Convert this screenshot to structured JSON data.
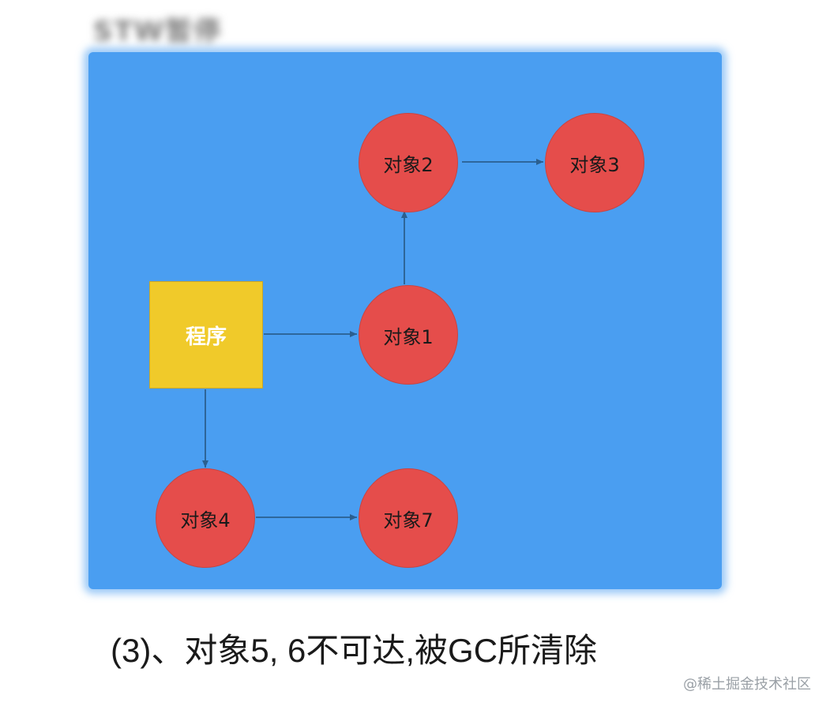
{
  "blurred_title": "STW暂停",
  "program_label": "程序",
  "nodes": {
    "obj1": "对象1",
    "obj2": "对象2",
    "obj3": "对象3",
    "obj4": "对象4",
    "obj7": "对象7"
  },
  "edges": [
    {
      "from": "程序",
      "to": "对象1"
    },
    {
      "from": "对象1",
      "to": "对象2"
    },
    {
      "from": "对象2",
      "to": "对象3"
    },
    {
      "from": "程序",
      "to": "对象4"
    },
    {
      "from": "对象4",
      "to": "对象7"
    }
  ],
  "caption": "(3)、对象5, 6不可达,被GC所清除",
  "watermark": "@稀土掘金技术社区",
  "colors": {
    "panel": "#4a9ef1",
    "object_node": "#e54d4b",
    "program_node": "#f0ca2a",
    "arrow": "#2b5f8f"
  }
}
